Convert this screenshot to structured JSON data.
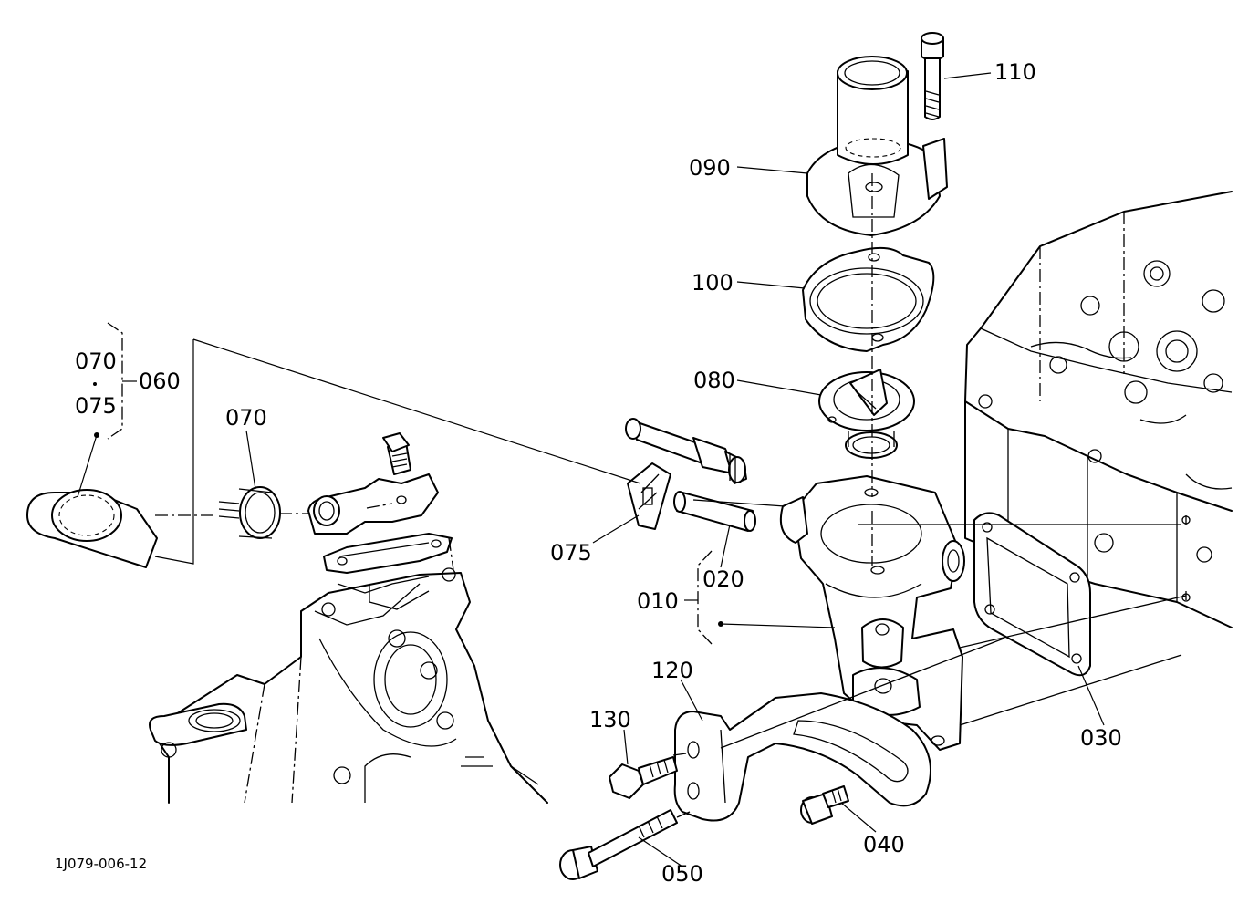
{
  "diagram_id": "1J079-006-12",
  "callouts": {
    "p110": "110",
    "p090": "090",
    "p100": "100",
    "p080": "080",
    "p070_group": "070",
    "p075_group": "075",
    "p060": "060",
    "p070": "070",
    "p075": "075",
    "p020": "020",
    "p010": "010",
    "p120": "120",
    "p130": "130",
    "p030": "030",
    "p040": "040",
    "p050": "050"
  }
}
